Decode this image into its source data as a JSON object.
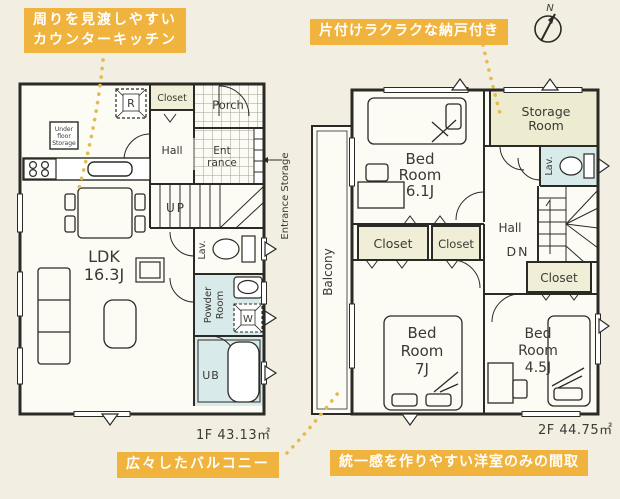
{
  "annotations": {
    "kitchen": {
      "line1": "周りを見渡しやすい",
      "line2": "カウンターキッチン"
    },
    "storage": "片付けラクラクな納戸付き",
    "balcony": "広々したバルコニー",
    "western": "統一感を作りやすい洋室のみの間取"
  },
  "compass": "N",
  "floor1": {
    "area": "1F 43.13㎡",
    "ldk": {
      "name": "LDK",
      "size": "16.3J"
    },
    "hall": "Hall",
    "up": "UP",
    "closet": "Closet",
    "porch": "Porch",
    "entrance": {
      "l1": "Ent",
      "l2": "rance"
    },
    "entrance_storage": "Entrance Storage",
    "lav": "Lav.",
    "powder": {
      "l1": "Powder",
      "l2": "Room"
    },
    "washer": "W",
    "bath": "UB",
    "fridge": "R",
    "underfloor": {
      "l1": "Under",
      "l2": "floor",
      "l3": "Storage"
    }
  },
  "floor2": {
    "area": "2F 44.75㎡",
    "bed1": {
      "l1": "Bed",
      "l2": "Room",
      "size": "6.1J"
    },
    "bed2": {
      "l1": "Bed",
      "l2": "Room",
      "size": "7J"
    },
    "bed3": {
      "l1": "Bed",
      "l2": "Room",
      "size": "4.5J"
    },
    "storage": {
      "l1": "Storage",
      "l2": "Room"
    },
    "lav": "Lav.",
    "hall": "Hall",
    "dn": "DN",
    "closet_left": "Closet",
    "closet_mid": "Closet",
    "closet_right": "Closet",
    "balcony": "Balcony"
  },
  "colors": {
    "background": "#f2efe2",
    "annotation_bg": "#f0b43e",
    "annotation_text": "#ffffff",
    "wall": "#2a2a26",
    "room_fill": "#fcfbf4",
    "closet_fill": "#f0eed6",
    "wet_room_fill": "#d9eaea",
    "connector_dots": "#e2bc4e"
  }
}
